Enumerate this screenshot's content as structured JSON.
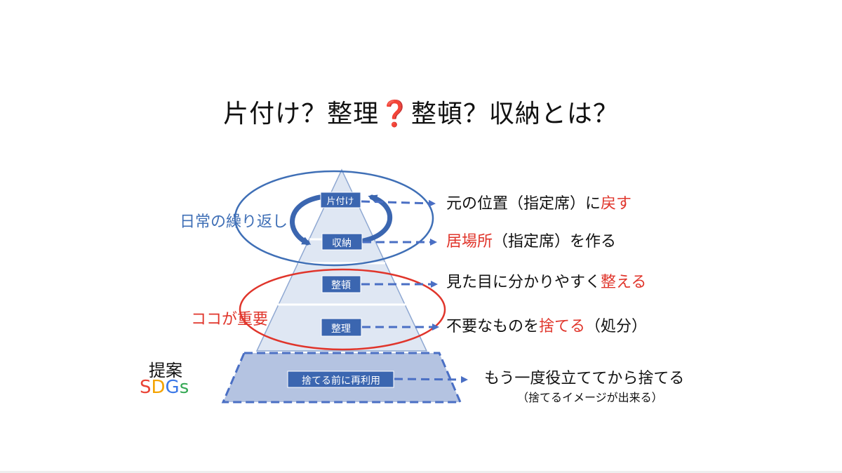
{
  "title": {
    "before": "片付け？整理",
    "mark": "❓",
    "after": "整頓？収納とは？"
  },
  "colors": {
    "pyramid_fill": "#dfe7f3",
    "pyramid_stroke": "#8fa8d2",
    "base_fill": "#b4c3e1",
    "box_fill": "#3b66b0",
    "arrow": "#4a6fc4",
    "loop_ring": "#3f6fb6",
    "key_ring": "#e0352b",
    "highlight": "#e0352b"
  },
  "pyramid": {
    "levels": [
      {
        "label": "片付け",
        "desc": [
          {
            "t": "元の位置（指定席）に"
          },
          {
            "t": "戻す",
            "red": true
          }
        ]
      },
      {
        "label": "収納",
        "desc": [
          {
            "t": "居場所",
            "red": true
          },
          {
            "t": "（指定席）を作る"
          }
        ]
      },
      {
        "label": "整頓",
        "desc": [
          {
            "t": "見た目に分かりやすく"
          },
          {
            "t": "整える",
            "red": true
          }
        ]
      },
      {
        "label": "整理",
        "desc": [
          {
            "t": "不要なものを"
          },
          {
            "t": "捨てる",
            "red": true
          },
          {
            "t": "（処分）"
          }
        ]
      }
    ],
    "base": {
      "label": "捨てる前に再利用",
      "desc": "もう一度役立ててから捨てる",
      "note": "（捨てるイメージが出来る）"
    }
  },
  "labels": {
    "loop": "日常の繰り返し",
    "key": "ココが重要",
    "proposal": "提案",
    "sdgs": [
      {
        "ch": "S",
        "color": "#ea4335"
      },
      {
        "ch": "D",
        "color": "#f4a300"
      },
      {
        "ch": "G",
        "color": "#3b78e7"
      },
      {
        "ch": "s",
        "color": "#34a853"
      }
    ]
  }
}
